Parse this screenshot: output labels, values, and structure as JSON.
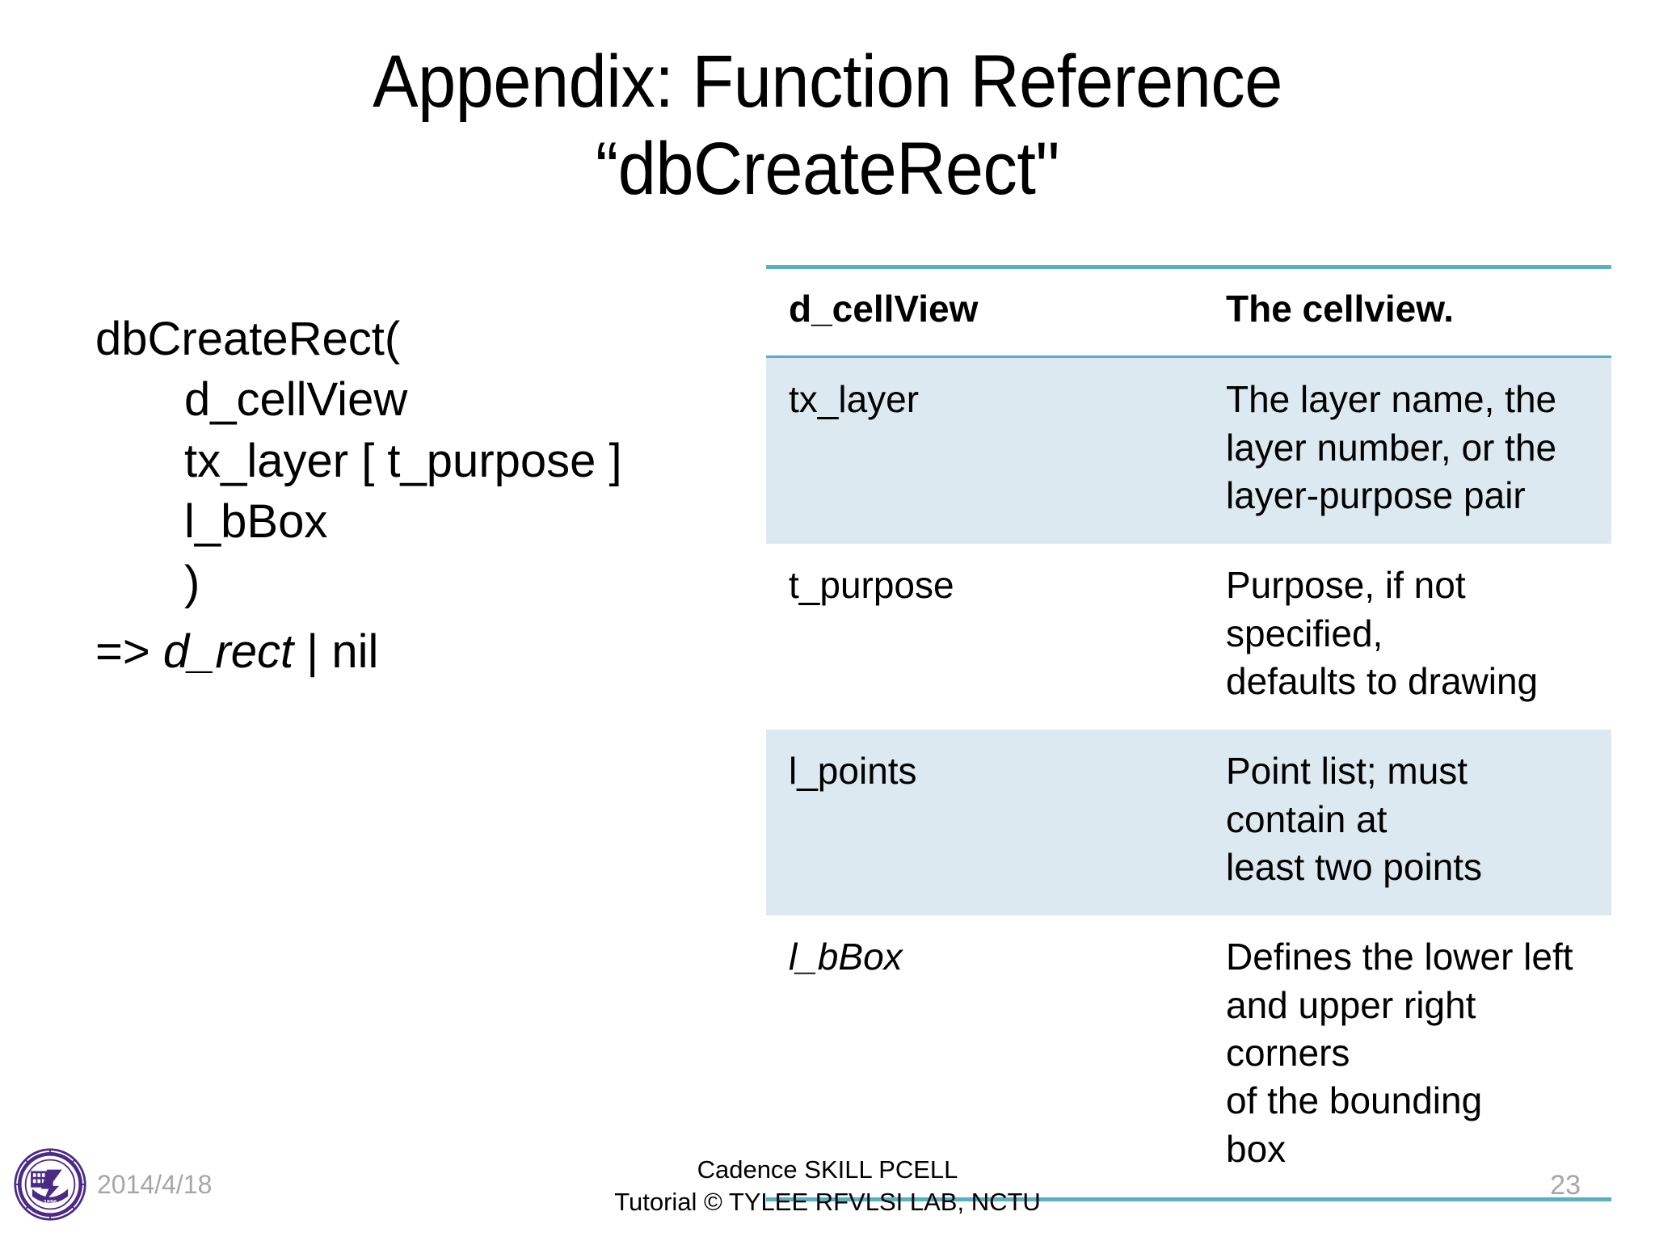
{
  "slide": {
    "title_line1": "Appendix: Function Reference",
    "title_line2": "“dbCreateRect\""
  },
  "syntax": {
    "line1": "dbCreateRect(",
    "line2": "d_cellView",
    "line3": "tx_layer [ t_purpose ]",
    "line4": "l_bBox",
    "line5": ")",
    "line6_prefix": "=> ",
    "line6_italic": "d_rect",
    "line6_suffix": " | nil"
  },
  "table": {
    "columns": [
      "d_cellView",
      "The cellview."
    ],
    "rows": [
      {
        "param": "d_cellView",
        "desc": "The cellview.",
        "shaded": false,
        "header": true,
        "italic_param": false
      },
      {
        "param": "tx_layer",
        "desc": "The layer name, the\nlayer number, or the\nlayer-purpose pair",
        "shaded": true,
        "header": false,
        "italic_param": false
      },
      {
        "param": "t_purpose",
        "desc": "Purpose, if not specified,\ndefaults to drawing",
        "shaded": false,
        "header": false,
        "italic_param": false
      },
      {
        "param": "l_points",
        "desc": "Point list; must contain at\nleast two points",
        "shaded": true,
        "header": false,
        "italic_param": false
      },
      {
        "param": "l_bBox",
        "desc": "Defines the lower left\nand upper right corners\nof the bounding\nbox",
        "shaded": false,
        "header": false,
        "italic_param": true
      }
    ]
  },
  "footer": {
    "date": "2014/4/18",
    "center_line1": "Cadence SKILL PCELL",
    "center_line2": "Tutorial © TYLEE RFVLSI LAB, NCTU",
    "page": "23",
    "logo_name": "nctu-seal-logo"
  },
  "colors": {
    "rule": "#5aafc4",
    "shaded_row": "#dde9f0",
    "muted_text": "#a6a6a6",
    "logo_purple": "#4b2a87"
  }
}
